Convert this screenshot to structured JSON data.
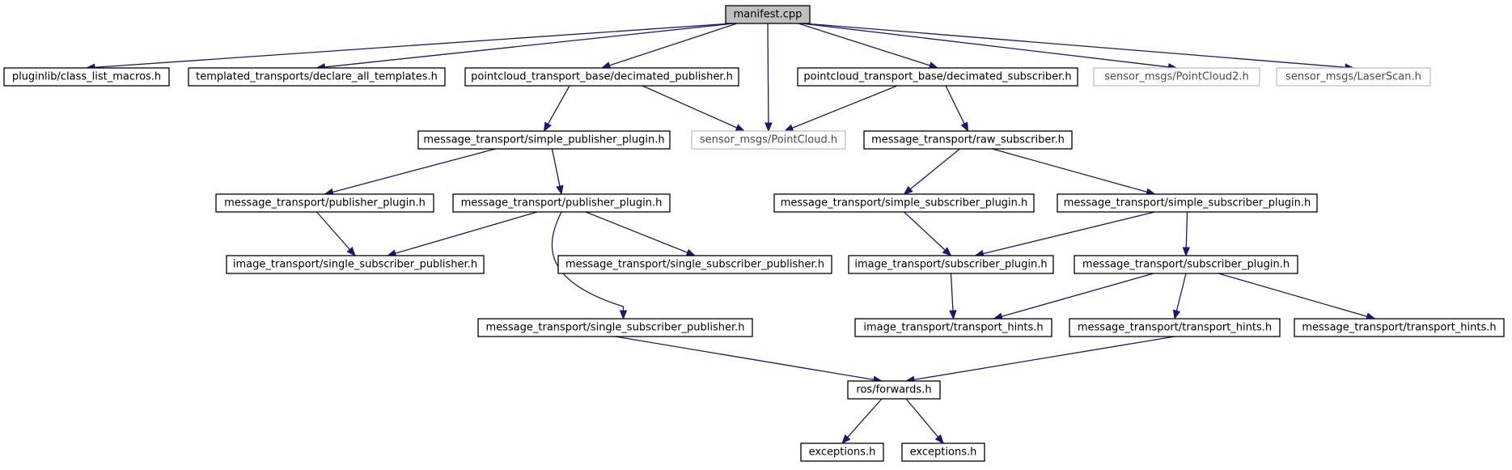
{
  "nodes": {
    "manifest": "manifest.cpp",
    "class_list_macros": "pluginlib/class_list_macros.h",
    "declare_all_templates": "templated_transports/declare_all_templates.h",
    "decimated_publisher": "pointcloud_transport_base/decimated_publisher.h",
    "decimated_subscriber": "pointcloud_transport_base/decimated_subscriber.h",
    "pointcloud2": "sensor_msgs/PointCloud2.h",
    "laserscan": "sensor_msgs/LaserScan.h",
    "simple_publisher_plugin": "message_transport/simple_publisher_plugin.h",
    "pointcloud": "sensor_msgs/PointCloud.h",
    "raw_subscriber": "message_transport/raw_subscriber.h",
    "publisher_plugin_a": "message_transport/publisher_plugin.h",
    "publisher_plugin_b": "message_transport/publisher_plugin.h",
    "simple_subscriber_plugin_a": "message_transport/simple_subscriber_plugin.h",
    "simple_subscriber_plugin_b": "message_transport/simple_subscriber_plugin.h",
    "image_single_subscriber_publisher": "image_transport/single_subscriber_publisher.h",
    "message_single_subscriber_publisher_a": "message_transport/single_subscriber_publisher.h",
    "image_subscriber_plugin": "image_transport/subscriber_plugin.h",
    "message_subscriber_plugin": "message_transport/subscriber_plugin.h",
    "message_single_subscriber_publisher_b": "message_transport/single_subscriber_publisher.h",
    "image_transport_hints": "image_transport/transport_hints.h",
    "message_transport_hints_a": "message_transport/transport_hints.h",
    "message_transport_hints_b": "message_transport/transport_hints.h",
    "ros_forwards": "ros/forwards.h",
    "exceptions_a": "exceptions.h",
    "exceptions_b": "exceptions.h"
  },
  "colors": {
    "edge": "#191970",
    "root_fill": "#bfbfbf",
    "external_border": "#bfbfbf",
    "node_border": "#000000"
  }
}
